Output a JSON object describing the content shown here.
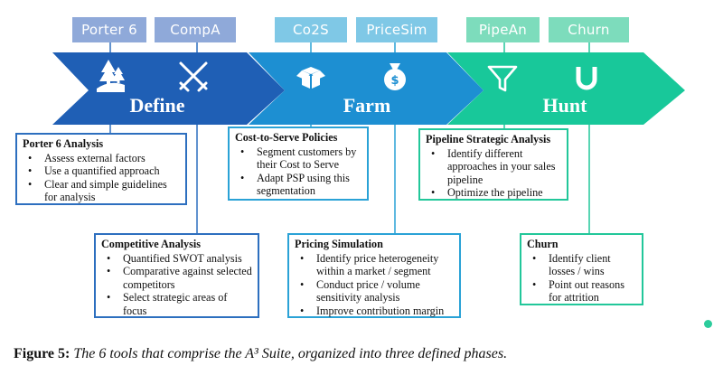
{
  "tags": [
    {
      "label": "Porter 6"
    },
    {
      "label": "CompA"
    },
    {
      "label": "Co2S"
    },
    {
      "label": "PriceSim"
    },
    {
      "label": "PipeAn"
    },
    {
      "label": "Churn"
    }
  ],
  "phases": [
    {
      "label": "Define",
      "color": "#1f5fb5"
    },
    {
      "label": "Farm",
      "color": "#1d8fd2"
    },
    {
      "label": "Hunt",
      "color": "#18c89a"
    }
  ],
  "boxes": {
    "porter": {
      "title": "Porter 6 Analysis",
      "items": [
        "Assess external factors",
        "Use a quantified approach",
        "Clear and simple guidelines for analysis"
      ]
    },
    "competitive": {
      "title": "Competitive Analysis",
      "items": [
        "Quantified SWOT analysis",
        "Comparative against selected competitors",
        "Select strategic areas of focus"
      ]
    },
    "cost": {
      "title": "Cost-to-Serve Policies",
      "items": [
        "Segment customers by their Cost to Serve",
        "Adapt PSP using this segmentation"
      ]
    },
    "pricing": {
      "title": "Pricing Simulation",
      "items": [
        "Identify price heterogeneity within a market / segment",
        "Conduct price / volume sensitivity analysis",
        "Improve contribution margin"
      ]
    },
    "pipeline": {
      "title": "Pipeline Strategic Analysis",
      "items": [
        "Identify different approaches in your sales pipeline",
        "Optimize the pipeline"
      ]
    },
    "churn": {
      "title": "Churn",
      "items": [
        "Identify client losses / wins",
        "Point out reasons for attrition"
      ]
    }
  },
  "caption": {
    "lead": "Figure 5:",
    "body": " The 6 tools that comprise the A³ Suite, organized into three defined phases."
  },
  "icons": [
    "tree-landscape-icon",
    "crossed-swords-icon",
    "open-box-icon",
    "money-bag-icon",
    "funnel-icon",
    "magnet-icon"
  ]
}
